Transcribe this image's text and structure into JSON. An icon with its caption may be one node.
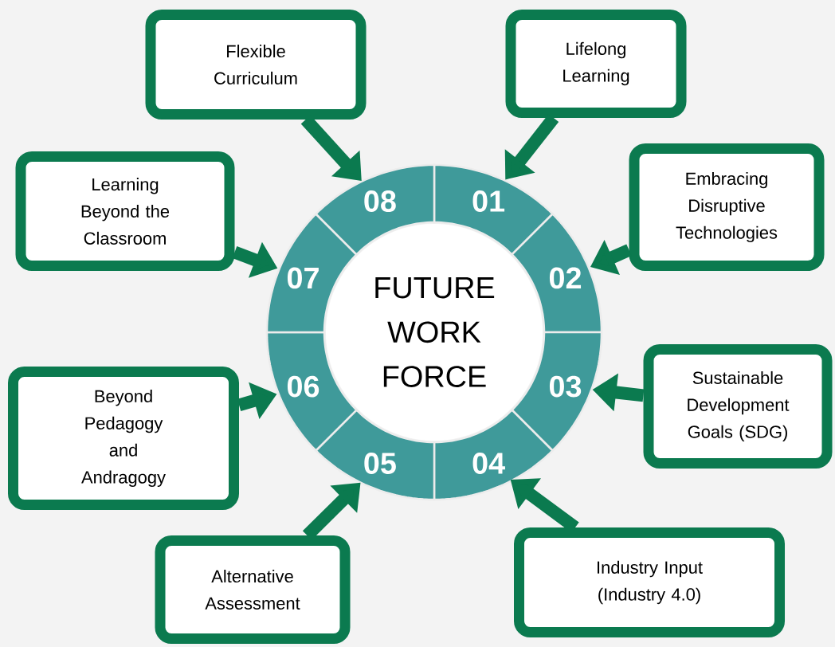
{
  "diagram": {
    "nodes": [
      {
        "text": [
          "FUTURE WORK FORCE"
        ]
      },
      {
        "text": [
          "01"
        ]
      },
      {
        "text": [
          "02"
        ]
      },
      {
        "text": [
          "03"
        ]
      },
      {
        "text": [
          "04"
        ]
      },
      {
        "text": [
          "05"
        ]
      },
      {
        "text": [
          "06"
        ]
      },
      {
        "text": [
          "07"
        ]
      },
      {
        "text": [
          "08"
        ]
      },
      {
        "text": [
          "Lifelong Learning"
        ]
      },
      {
        "text": [
          "Embracing Disruptive Technologies"
        ]
      },
      {
        "text": [
          "Sustainable Development Goals (SDG)"
        ]
      },
      {
        "text": [
          "Industry Input (Industry 4.0)"
        ]
      },
      {
        "text": [
          "Alternative Assessment"
        ]
      },
      {
        "text": [
          "Beyond Pedagogy and Andragogy"
        ]
      },
      {
        "text": [
          "Learning Beyond the Classroom"
        ]
      },
      {
        "text": [
          "Flexible Curriculum"
        ]
      }
    ],
    "edges": [
      {
        "from": 9,
        "to": 1,
        "arrow": "to"
      },
      {
        "from": 10,
        "to": 2,
        "arrow": "to"
      },
      {
        "from": 11,
        "to": 3,
        "arrow": "to"
      },
      {
        "from": 12,
        "to": 4,
        "arrow": "to"
      },
      {
        "from": 13,
        "to": 5,
        "arrow": "to"
      },
      {
        "from": 14,
        "to": 6,
        "arrow": "to"
      },
      {
        "from": 15,
        "to": 7,
        "arrow": "to"
      },
      {
        "from": 16,
        "to": 8,
        "arrow": "to"
      }
    ]
  }
}
